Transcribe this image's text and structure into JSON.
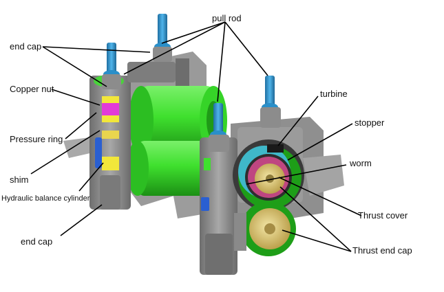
{
  "labels": {
    "end_cap_top": "end cap",
    "copper_nut": "Copper nut",
    "pressure_ring": "Pressure ring",
    "shim": "shim",
    "hydraulic_balance_cylinder": "Hydraulic balance cylinder",
    "end_cap_bottom": "end cap",
    "pull_rod": "pull rod",
    "turbine": "turbine",
    "stopper": "stopper",
    "worm": "worm",
    "thrust_cover": "Thrust cover",
    "thrust_end_cap": "Thrust end cap"
  },
  "colors": {
    "roll_green": "#3fe02e",
    "roll_dark": "#1e9e18",
    "frame_grey": "#8a8a8a",
    "frame_dark": "#5b5b5b",
    "rod_blue": "#2a8fc9",
    "nut_magenta": "#e23ad8",
    "ring_yellow": "#f2e73a",
    "gold": "#d8c56a",
    "leader": "#000000"
  }
}
